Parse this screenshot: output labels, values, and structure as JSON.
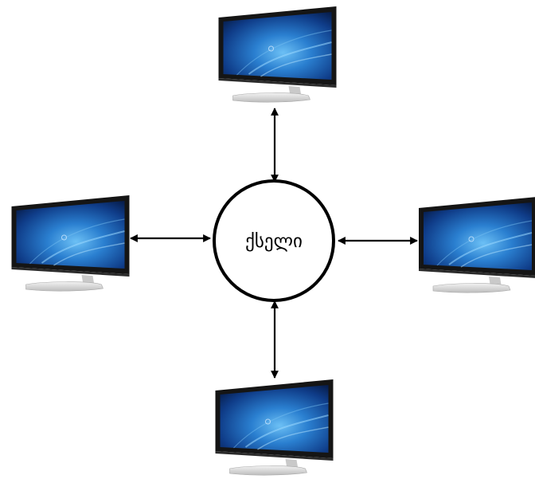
{
  "diagram": {
    "hub": {
      "label": "ქსელი"
    },
    "nodes": [
      {
        "id": "computer-top",
        "icon": "monitor-icon"
      },
      {
        "id": "computer-left",
        "icon": "monitor-icon"
      },
      {
        "id": "computer-right",
        "icon": "monitor-icon"
      },
      {
        "id": "computer-bottom",
        "icon": "monitor-icon"
      }
    ],
    "connections": [
      {
        "from": "hub",
        "to": "computer-top",
        "direction": "bidirectional"
      },
      {
        "from": "hub",
        "to": "computer-left",
        "direction": "bidirectional"
      },
      {
        "from": "hub",
        "to": "computer-right",
        "direction": "bidirectional"
      },
      {
        "from": "hub",
        "to": "computer-bottom",
        "direction": "bidirectional"
      }
    ],
    "colors": {
      "background": "#ffffff",
      "stroke": "#000000",
      "screen_dark": "#0a1f4e",
      "screen_light": "#4fa6e8",
      "bezel": "#141414",
      "stand": "#d9d9d9"
    }
  }
}
